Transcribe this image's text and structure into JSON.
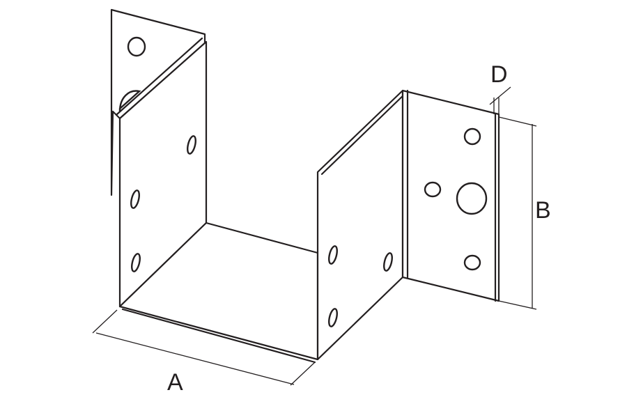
{
  "labels": {
    "a": "A",
    "b": "B",
    "d": "D"
  },
  "colors": {
    "line": "#231f20",
    "background": "#ffffff"
  }
}
